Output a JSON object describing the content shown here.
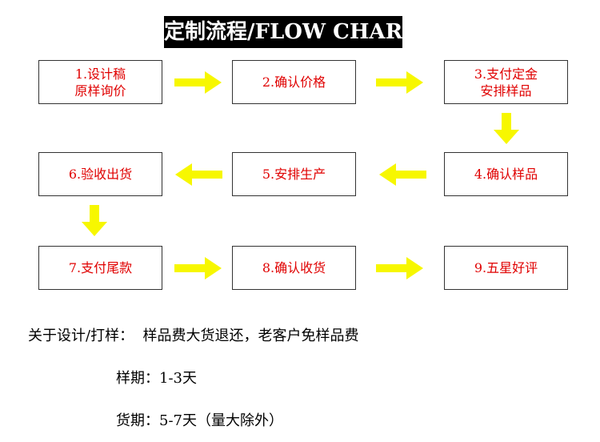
{
  "title": "定制流程/FLOW CHART",
  "colors": {
    "box_text": "#e00000",
    "arrow": "#f7f700",
    "title_bg": "#000000"
  },
  "steps": [
    {
      "line1": "1.设计稿",
      "line2": "原样询价"
    },
    {
      "line1": "2.确认价格",
      "line2": ""
    },
    {
      "line1": "3.支付定金",
      "line2": "安排样品"
    },
    {
      "line1": "4.确认样品",
      "line2": ""
    },
    {
      "line1": "5.安排生产",
      "line2": ""
    },
    {
      "line1": "6.验收出货",
      "line2": ""
    },
    {
      "line1": "7.支付尾款",
      "line2": ""
    },
    {
      "line1": "8.确认收货",
      "line2": ""
    },
    {
      "line1": "9.五星好评",
      "line2": ""
    }
  ],
  "notes": {
    "design_sample": "关于设计/打样：  样品费大货退还，老客户免样品费",
    "sample_time": "样期：1-3天",
    "delivery_time": "货期：5-7天（量大除外）"
  }
}
